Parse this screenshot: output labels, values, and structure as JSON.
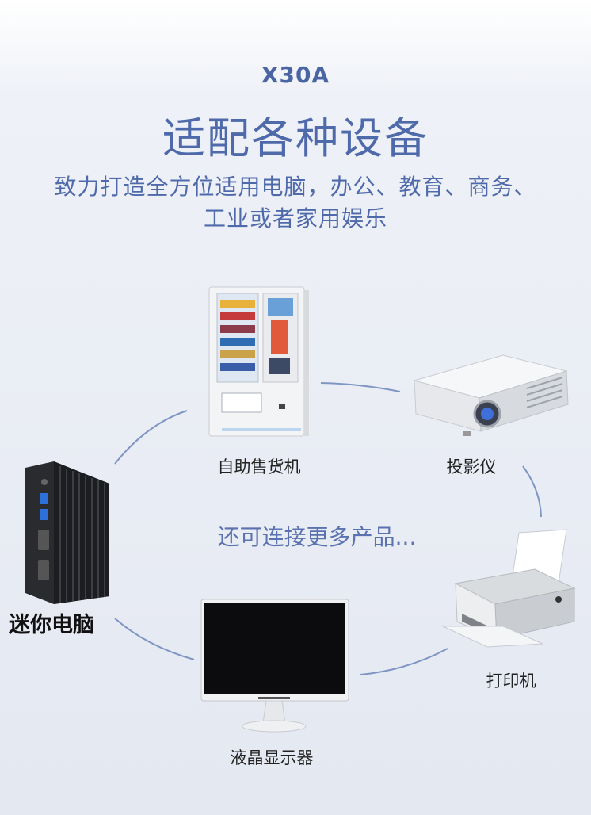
{
  "header": {
    "model": "X30A",
    "headline": "适配各种设备",
    "subtitle_line1": "致力打造全方位适用电脑，办公、教育、商务、",
    "subtitle_line2": "工业或者家用娱乐"
  },
  "center_text": "还可连接更多产品...",
  "devices": {
    "vending_machine": "自助售货机",
    "projector": "投影仪",
    "mini_pc": "迷你电脑",
    "printer": "打印机",
    "monitor": "液晶显示器"
  },
  "colors": {
    "accent": "#4f6aab",
    "arc": "#7f96c4"
  }
}
